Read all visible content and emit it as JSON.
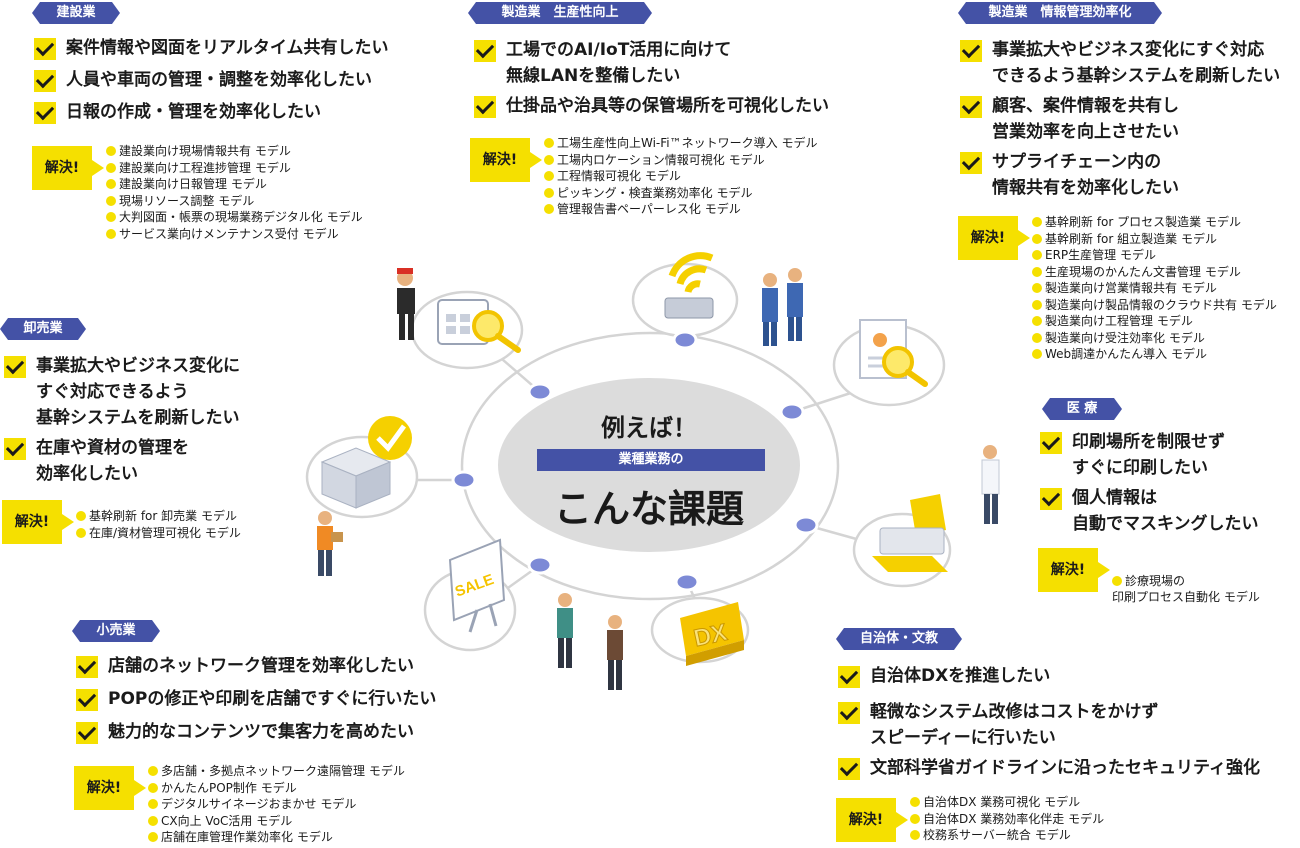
{
  "center": {
    "lead": "例えば！",
    "band": "業種業務の",
    "main": "こんな課題"
  },
  "sections": {
    "construction": {
      "tag": "建設業",
      "items": [
        "案件情報や図面をリアルタイム共有したい",
        "人員や車両の管理・調整を効率化したい",
        "日報の作成・管理を効率化したい"
      ],
      "solve": "解決!",
      "models": [
        "建設業向け現場情報共有 モデル",
        "建設業向け工程進捗管理 モデル",
        "建設業向け日報管理 モデル",
        "現場リソース調整 モデル",
        "大判図面・帳票の現場業務デジタル化 モデル",
        "サービス業向けメンテナンス受付 モデル"
      ]
    },
    "manufacturing_prod": {
      "tag": "製造業　生産性向上",
      "items": [
        "工場でのAI/IoT活用に向けて\n無線LANを整備したい",
        "仕掛品や治具等の保管場所を可視化したい"
      ],
      "solve": "解決!",
      "models": [
        "工場生産性向上Wi-Fi™ネットワーク導入 モデル",
        "工場内ロケーション情報可視化 モデル",
        "工程情報可視化 モデル",
        "ピッキング・検査業務効率化 モデル",
        "管理報告書ペーパーレス化 モデル"
      ]
    },
    "manufacturing_info": {
      "tag": "製造業　情報管理効率化",
      "items": [
        "事業拡大やビジネス変化にすぐ対応\nできるよう基幹システムを刷新したい",
        "顧客、案件情報を共有し\n営業効率を向上させたい",
        "サプライチェーン内の\n情報共有を効率化したい"
      ],
      "solve": "解決!",
      "models": [
        "基幹刷新 for プロセス製造業 モデル",
        "基幹刷新 for 組立製造業 モデル",
        "ERP生産管理 モデル",
        "生産現場のかんたん文書管理 モデル",
        "製造業向け営業情報共有 モデル",
        "製造業向け製品情報のクラウド共有 モデル",
        "製造業向け工程管理 モデル",
        "製造業向け受注効率化 モデル",
        "Web調達かんたん導入 モデル"
      ]
    },
    "wholesale": {
      "tag": "卸売業",
      "items": [
        "事業拡大やビジネス変化に\nすぐ対応できるよう\n基幹システムを刷新したい",
        "在庫や資材の管理を\n効率化したい"
      ],
      "solve": "解決!",
      "models": [
        "基幹刷新 for 卸売業 モデル",
        "在庫/資材管理可視化 モデル"
      ]
    },
    "medical": {
      "tag": "医 療",
      "items": [
        "印刷場所を制限せず\nすぐに印刷したい",
        "個人情報は\n自動でマスキングしたい"
      ],
      "solve": "解決!",
      "models": [
        "診療現場の\n印刷プロセス自動化 モデル"
      ]
    },
    "retail": {
      "tag": "小売業",
      "items": [
        "店舗のネットワーク管理を効率化したい",
        "POPの修正や印刷を店舗ですぐに行いたい",
        "魅力的なコンテンツで集客力を高めたい"
      ],
      "solve": "解決!",
      "models": [
        "多店舗・多拠点ネットワーク遠隔管理 モデル",
        "かんたんPOP制作 モデル",
        "デジタルサイネージおまかせ モデル",
        "CX向上 VoC活用 モデル",
        "店舗在庫管理作業効率化 モデル"
      ]
    },
    "government": {
      "tag": "自治体・文教",
      "items": [
        "自治体DXを推進したい",
        "軽微なシステム改修はコストをかけず\nスピーディーに行いたい",
        "文部科学省ガイドラインに沿ったセキュリティ強化"
      ],
      "solve": "解決!",
      "models": [
        "自治体DX 業務可視化 モデル",
        "自治体DX 業務効率化伴走 モデル",
        "校務系サーバー統合 モデル"
      ]
    }
  },
  "illustration_labels": {
    "sale_sign": "SALE",
    "dx_block": "DX"
  },
  "colors": {
    "accent_blue": "#4452a6",
    "accent_yellow": "#f5e000",
    "ring_gray": "#d4d4d4"
  }
}
